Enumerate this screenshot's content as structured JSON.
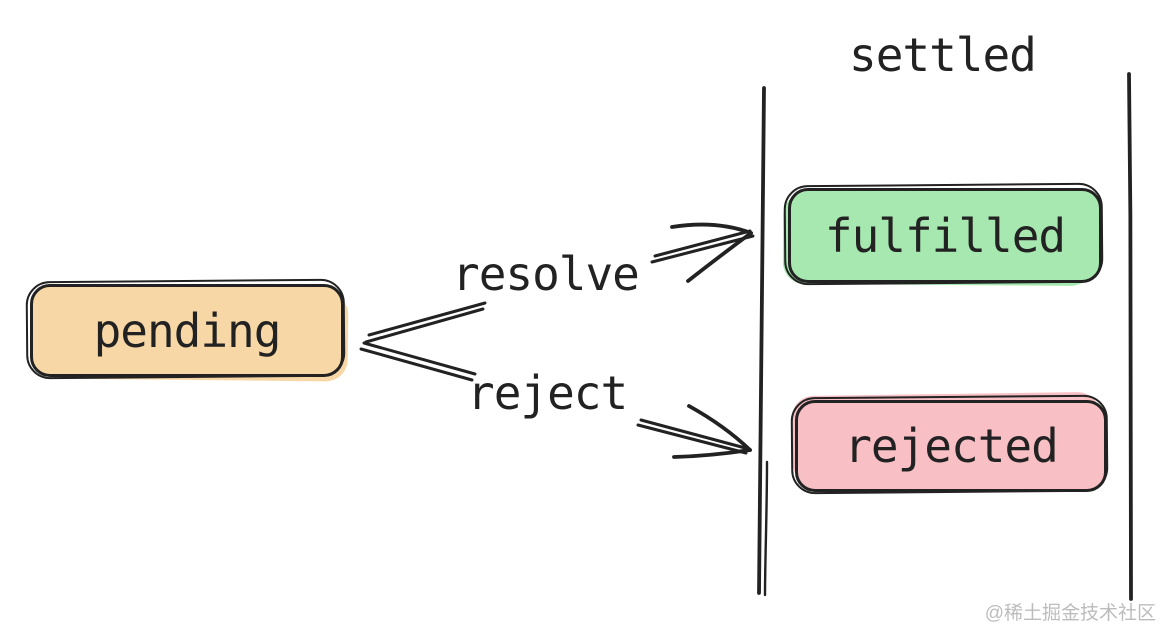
{
  "diagram": {
    "title": "settled",
    "nodes": [
      {
        "id": "pending",
        "label": "pending"
      },
      {
        "id": "fulfilled",
        "label": "fulfilled"
      },
      {
        "id": "rejected",
        "label": "rejected"
      }
    ],
    "edges": [
      {
        "id": "resolve",
        "label": "resolve",
        "from": "pending",
        "to": "fulfilled"
      },
      {
        "id": "reject",
        "label": "reject",
        "from": "pending",
        "to": "rejected"
      }
    ],
    "watermark": "@稀土掘金技术社区",
    "colors": {
      "ink": "#222222",
      "pending_fill": "#f7d7a5",
      "fulfilled_fill": "#a7e8b1",
      "rejected_fill": "#f8c0c5",
      "watermark": "#bcbcbc"
    }
  }
}
